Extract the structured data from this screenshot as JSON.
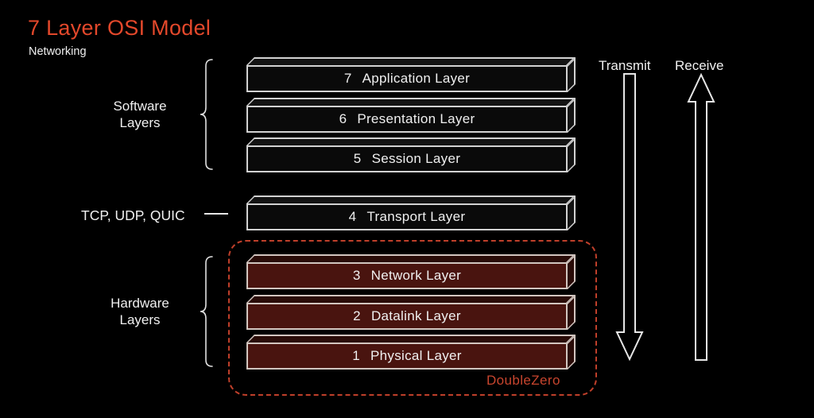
{
  "title": "7 Layer OSI Model",
  "subtitle": "Networking",
  "software_group": {
    "lines": [
      "Software",
      "Layers"
    ]
  },
  "hardware_group": {
    "lines": [
      "Hardware",
      "Layers"
    ]
  },
  "transport_note": "TCP, UDP, QUIC",
  "layers": [
    {
      "num": "7",
      "name": "Application Layer",
      "group": "software"
    },
    {
      "num": "6",
      "name": "Presentation Layer",
      "group": "software"
    },
    {
      "num": "5",
      "name": "Session Layer",
      "group": "software"
    },
    {
      "num": "4",
      "name": "Transport Layer",
      "group": "transport"
    },
    {
      "num": "3",
      "name": "Network Layer",
      "group": "hardware"
    },
    {
      "num": "2",
      "name": "Datalink Layer",
      "group": "hardware"
    },
    {
      "num": "1",
      "name": "Physical Layer",
      "group": "hardware"
    }
  ],
  "flow_labels": {
    "transmit": "Transmit",
    "receive": "Receive"
  },
  "doublezero_label": "DoubleZero",
  "colors": {
    "background": "#000000",
    "accent_title": "#e3482b",
    "dashed_outline": "#bf3f2a",
    "hardware_box_fill": "#49140f",
    "software_box_fill": "#0a0a0a",
    "box_border": "#d2d2d2",
    "text": "#f0f0f0"
  }
}
